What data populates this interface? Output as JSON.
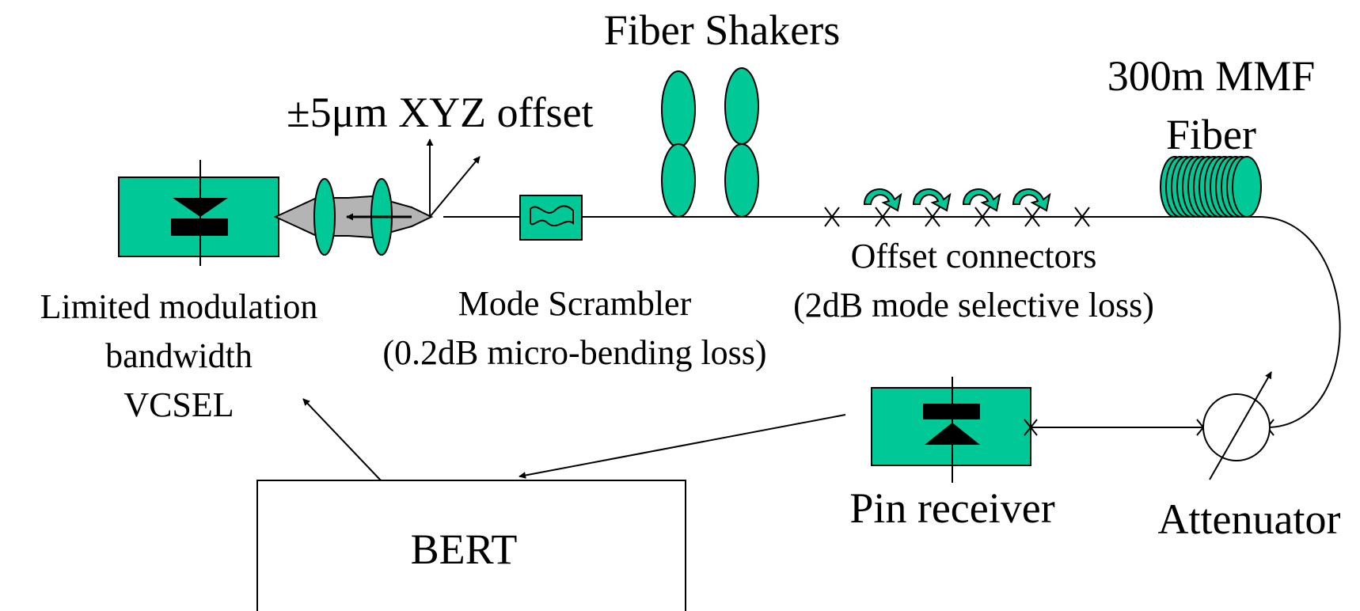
{
  "labels": {
    "fiber_shakers": "Fiber Shakers",
    "xyz_offset": "±5μm XYZ offset",
    "mmf_line1": "300m MMF",
    "mmf_line2": "Fiber",
    "offset_connectors": "Offset connectors",
    "offset_loss": "(2dB mode selective loss)",
    "vcsel_line1": "Limited modulation",
    "vcsel_line2": "bandwidth",
    "vcsel_line3": "VCSEL",
    "mode_scrambler": "Mode Scrambler",
    "scrambler_loss": "(0.2dB micro-bending loss)",
    "pin_receiver": "Pin receiver",
    "attenuator": "Attenuator",
    "bert": "BERT"
  },
  "colors": {
    "component_fill": "#00c896",
    "lens_cone": "#b4b4b4",
    "line": "#000000"
  }
}
